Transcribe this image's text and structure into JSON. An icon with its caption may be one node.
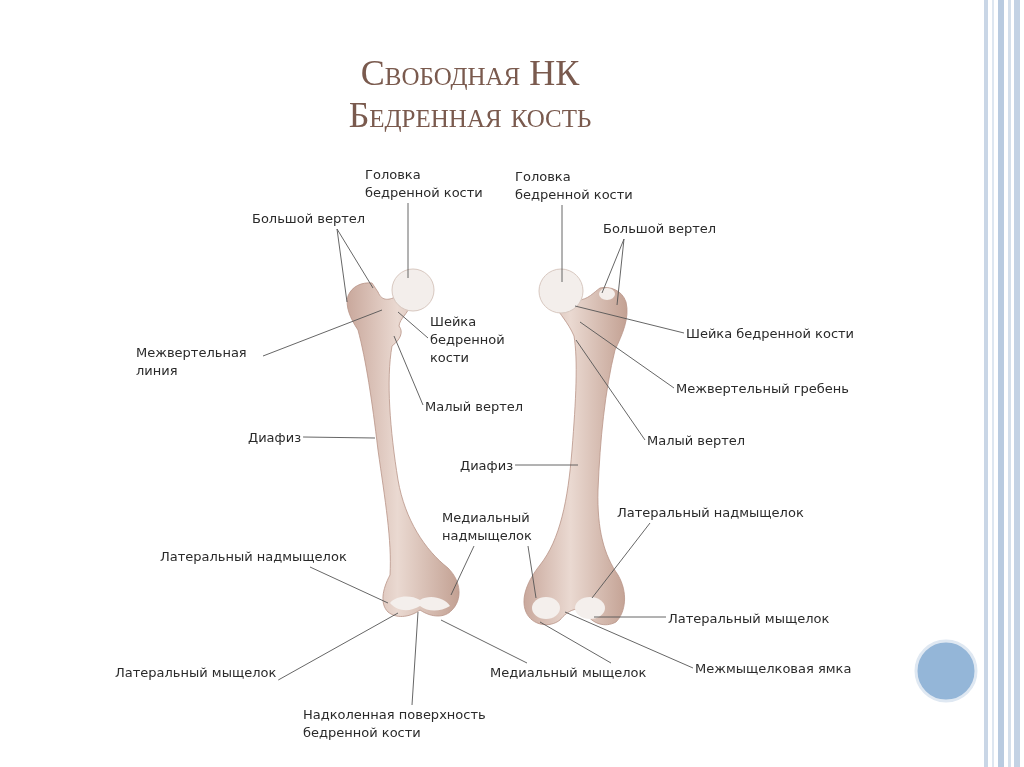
{
  "diagram": {
    "title": "Свободная НК Бедренная кость",
    "nodes": [
      {
        "text": [
          "Головка бедренной кости"
        ]
      },
      {
        "text": [
          "Головка бедренной кости"
        ]
      },
      {
        "text": [
          "Большой вертел"
        ]
      },
      {
        "text": [
          "Большой вертел"
        ]
      },
      {
        "text": [
          "Шейка бедренной кости"
        ]
      },
      {
        "text": [
          "Шейка бедренной кости"
        ]
      },
      {
        "text": [
          "Межвертельная линия"
        ]
      },
      {
        "text": [
          "Межвертельный гребень"
        ]
      },
      {
        "text": [
          "Малый вертел"
        ]
      },
      {
        "text": [
          "Малый вертел"
        ]
      },
      {
        "text": [
          "Диафиз"
        ]
      },
      {
        "text": [
          "Диафиз"
        ]
      },
      {
        "text": [
          "Латеральный надмыщелок"
        ]
      },
      {
        "text": [
          "Медиальный надмыщелок"
        ]
      },
      {
        "text": [
          "Латеральный надмыщелок"
        ]
      },
      {
        "text": [
          "Латеральный мыщелок"
        ]
      },
      {
        "text": [
          "Межмыщелковая ямка"
        ]
      },
      {
        "text": [
          "Латеральный мыщелок"
        ]
      },
      {
        "text": [
          "Медиальный мыщелок"
        ]
      },
      {
        "text": [
          "Надколенная поверхность бедренной кости"
        ]
      },
      {
        "text": [],
        "shape": "picture"
      },
      {
        "text": [],
        "shape": "picture"
      }
    ],
    "edges": [
      {
        "from": 0,
        "to": 20,
        "arrow": "none"
      },
      {
        "from": 1,
        "to": 21,
        "arrow": "none"
      },
      {
        "from": 2,
        "to": 20,
        "arrow": "none"
      },
      {
        "from": 2,
        "to": 20,
        "arrow": "none"
      },
      {
        "from": 3,
        "to": 21,
        "arrow": "none"
      },
      {
        "from": 3,
        "to": 21,
        "arrow": "none"
      },
      {
        "from": 4,
        "to": 20,
        "arrow": "none"
      },
      {
        "from": 5,
        "to": 21,
        "arrow": "none"
      },
      {
        "from": 6,
        "to": 20,
        "arrow": "none"
      },
      {
        "from": 7,
        "to": 21,
        "arrow": "none"
      },
      {
        "from": 8,
        "to": 20,
        "arrow": "none"
      },
      {
        "from": 9,
        "to": 21,
        "arrow": "none"
      },
      {
        "from": 10,
        "to": 20,
        "arrow": "none"
      },
      {
        "from": 11,
        "to": 21,
        "arrow": "none"
      },
      {
        "from": 12,
        "to": 21,
        "arrow": "none"
      },
      {
        "from": 13,
        "to": 20,
        "arrow": "none"
      },
      {
        "from": 13,
        "to": 21,
        "arrow": "none"
      },
      {
        "from": 14,
        "to": 20,
        "arrow": "none"
      },
      {
        "from": 15,
        "to": 21,
        "arrow": "none"
      },
      {
        "from": 16,
        "to": 21,
        "arrow": "none"
      },
      {
        "from": 17,
        "to": 20,
        "arrow": "none"
      },
      {
        "from": 18,
        "to": 20,
        "arrow": "none"
      },
      {
        "from": 18,
        "to": 21,
        "arrow": "none"
      },
      {
        "from": 19,
        "to": 20,
        "arrow": "none"
      }
    ]
  }
}
